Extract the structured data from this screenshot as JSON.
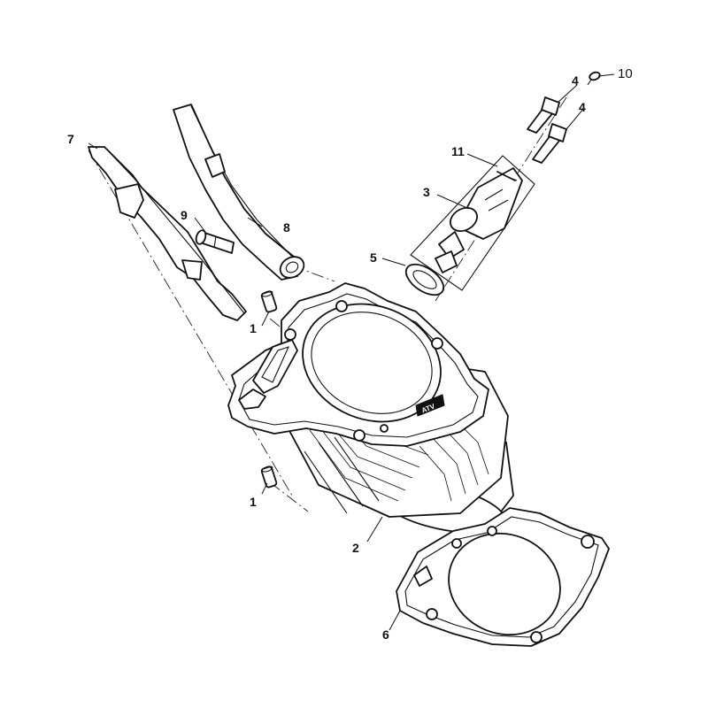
{
  "diagram": {
    "callouts": [
      {
        "id": "c1a",
        "label": "1"
      },
      {
        "id": "c1b",
        "label": "1"
      },
      {
        "id": "c2",
        "label": "2"
      },
      {
        "id": "c3",
        "label": "3"
      },
      {
        "id": "c4a",
        "label": "4"
      },
      {
        "id": "c4b",
        "label": "4"
      },
      {
        "id": "c5",
        "label": "5"
      },
      {
        "id": "c6",
        "label": "6"
      },
      {
        "id": "c7",
        "label": "7"
      },
      {
        "id": "c8",
        "label": "8"
      },
      {
        "id": "c9",
        "label": "9"
      },
      {
        "id": "c10",
        "label": "10"
      },
      {
        "id": "c11",
        "label": "11"
      }
    ],
    "cylinder_stamp": "ATV"
  }
}
